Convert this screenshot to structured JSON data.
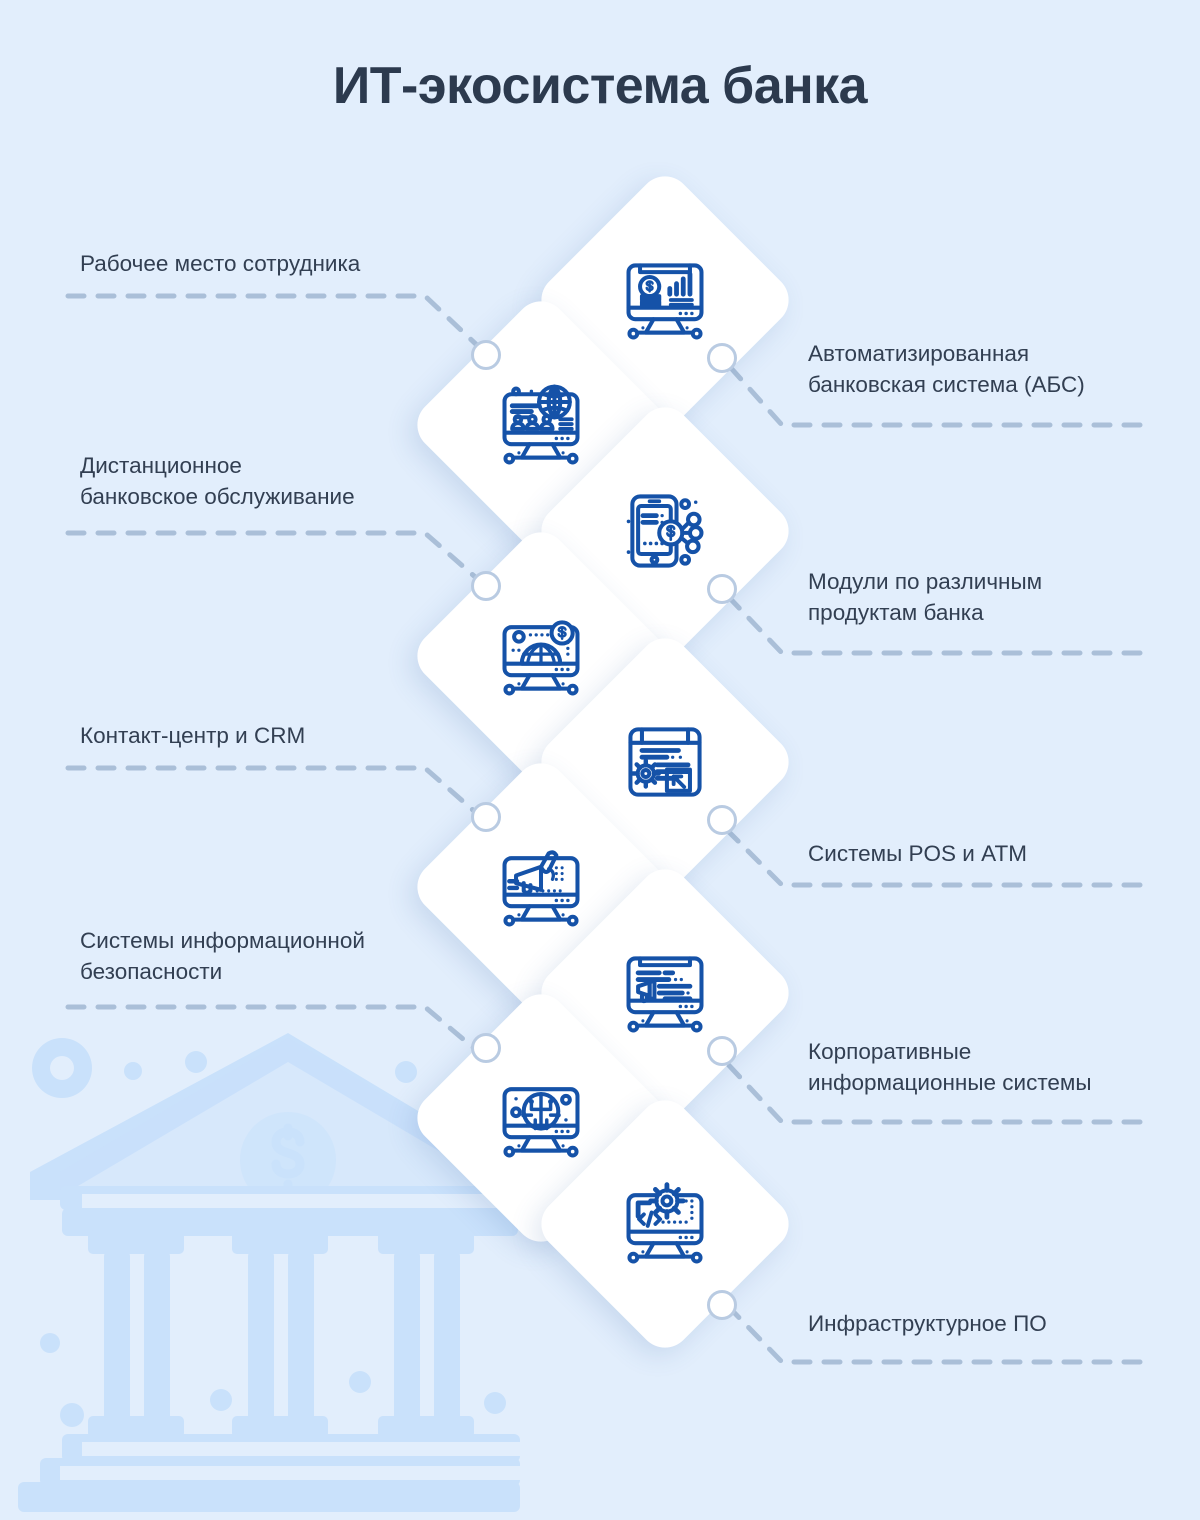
{
  "page": {
    "title": "ИТ-экосистема банка",
    "background_color": "#e2eefc",
    "accent_color": "#1552a8",
    "title_color": "#2c3a4e",
    "label_color": "#323f52",
    "dash_color": "#aabfd8",
    "node_border_color": "#b9cbe2"
  },
  "watermark": {
    "name": "bank-building-watermark",
    "color": "#c9e1fb"
  },
  "items": [
    {
      "id": "workplace",
      "side": "left",
      "label": "Рабочее место сотрудника",
      "icon": "monitor-globe-users-icon",
      "order": 1
    },
    {
      "id": "abs",
      "side": "right",
      "label": "Автоматизированная\nбанковская система (АБС)",
      "icon": "monitor-finance-chart-icon",
      "order": 2
    },
    {
      "id": "remote-banking",
      "side": "left",
      "label": "Дистанционное\nбанковское обслуживание",
      "icon": "monitor-globe-dollar-icon",
      "order": 3
    },
    {
      "id": "product-modules",
      "side": "right",
      "label": "Модули по различным\nпродуктам банка",
      "icon": "smartphone-dollar-network-icon",
      "order": 4
    },
    {
      "id": "contact-center-crm",
      "side": "left",
      "label": "Контакт-центр и CRM",
      "icon": "monitor-megaphone-icon",
      "order": 5
    },
    {
      "id": "pos-atm",
      "side": "right",
      "label": "Системы POS и ATM",
      "icon": "browser-gear-cursor-icon",
      "order": 6
    },
    {
      "id": "information-security",
      "side": "left",
      "label": "Системы информационной\nбезопасности",
      "icon": "monitor-circuit-shield-icon",
      "order": 7
    },
    {
      "id": "corporate-systems",
      "side": "right",
      "label": "Корпоративные\nинформационные системы",
      "icon": "monitor-announcement-icon",
      "order": 8
    },
    {
      "id": "infrastructure-software",
      "side": "right",
      "label": "Инфраструктурное ПО",
      "icon": "monitor-gear-code-icon",
      "order": 9
    }
  ]
}
